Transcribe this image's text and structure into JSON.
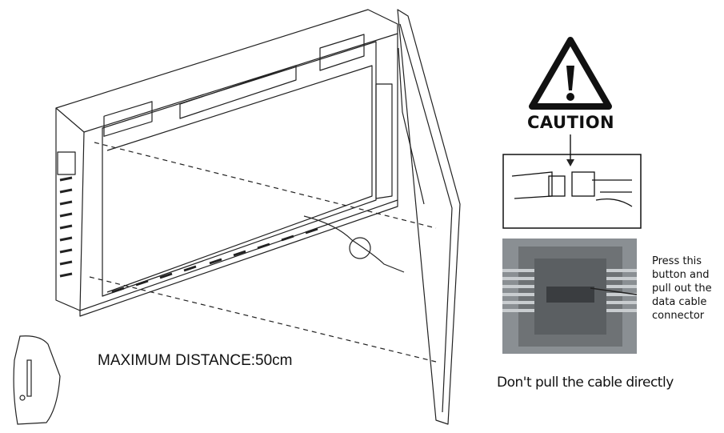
{
  "labels": {
    "max_distance": "MAXIMUM DISTANCE:50cm",
    "caution": "CAUTION",
    "press_instruction": "Press this button and pull out the data cable connector",
    "dont_pull": "Don't pull the cable directly"
  },
  "icons": [
    "warning-triangle-icon",
    "arrow-down-icon",
    "cable-connector-icon",
    "side-profile-icon"
  ],
  "colors": {
    "line": "#222222",
    "photo_bg": "#8a8f93",
    "photo_dark": "#3a3d40"
  }
}
